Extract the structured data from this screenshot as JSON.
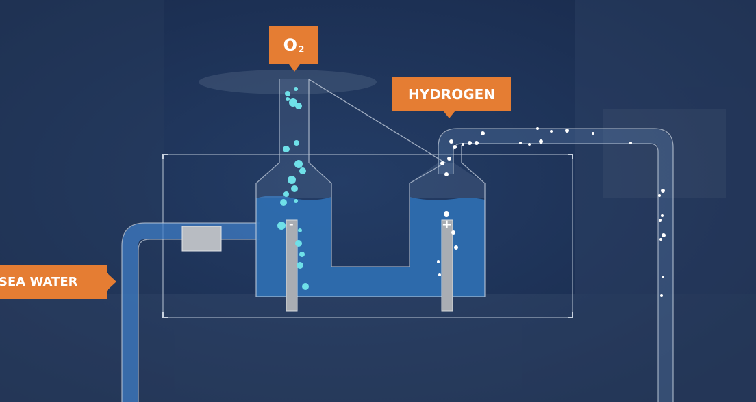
{
  "labels": {
    "oxygen": "O",
    "oxygen_subscript": "2",
    "hydrogen": "HYDROGEN",
    "sea_water": "SEA WATER",
    "negative": "-",
    "positive": "+"
  },
  "colors": {
    "background": "#1e3356",
    "callout": "#e57d33",
    "water": "#2f6fb2",
    "electrode": "#a9adb3",
    "oxygen_bubble": "#6fe0e8",
    "hydrogen_bubble": "#ffffff"
  }
}
